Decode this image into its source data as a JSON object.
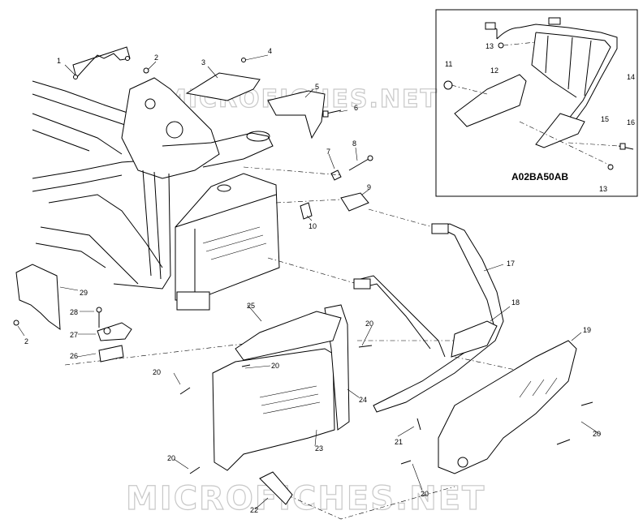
{
  "inset": {
    "code": "A02BA50AB",
    "labels": [
      "11",
      "12",
      "13",
      "13",
      "14",
      "15",
      "16"
    ]
  },
  "watermarks": [
    "MICROFICHES.NET",
    "MICROFICHES.NET"
  ],
  "callouts": {
    "c1": "1",
    "c2a": "2",
    "c2b": "2",
    "c3": "3",
    "c4": "4",
    "c5": "5",
    "c6": "6",
    "c7": "7",
    "c8": "8",
    "c9": "9",
    "c10": "10",
    "c17": "17",
    "c18": "18",
    "c19": "19",
    "c20a": "20",
    "c20b": "20",
    "c20c": "20",
    "c20d": "20",
    "c20e": "20",
    "c20f": "20",
    "c21": "21",
    "c22": "22",
    "c23": "23",
    "c24": "24",
    "c25": "25",
    "c26": "26",
    "c27": "27",
    "c28": "28",
    "c29": "29"
  }
}
